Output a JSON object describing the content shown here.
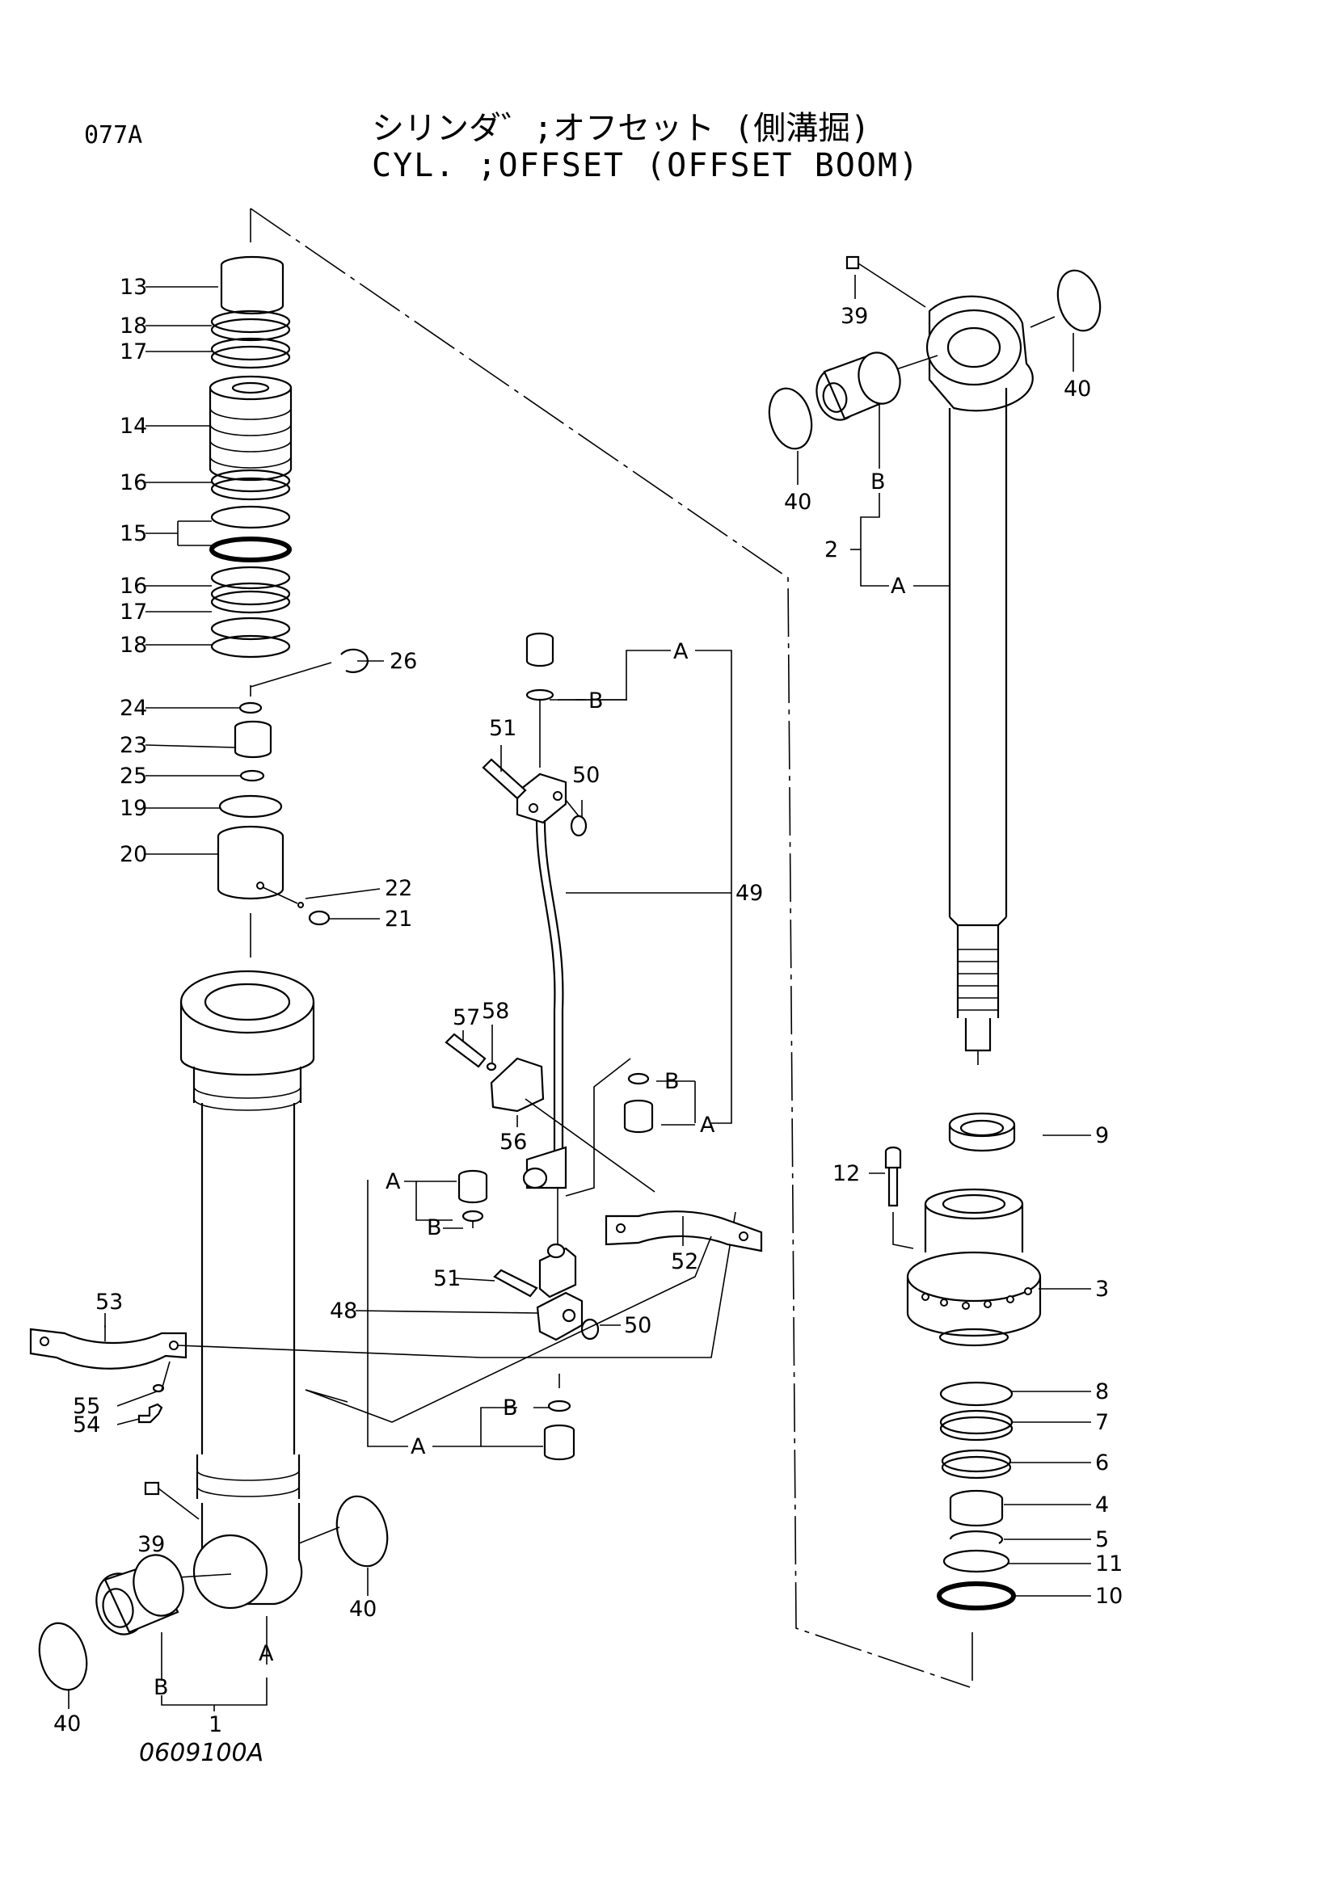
{
  "header": {
    "page_number": "077A",
    "title_jp": "シリンダ゛;オフセット (側溝掘)",
    "title_en": "CYL. ;OFFSET (OFFSET BOOM)"
  },
  "footer": {
    "drawing_number": "0609100A"
  },
  "callouts": {
    "n1": "1",
    "n2": "2",
    "n3": "3",
    "n4": "4",
    "n5": "5",
    "n6": "6",
    "n7": "7",
    "n8": "8",
    "n9": "9",
    "n10": "10",
    "n11": "11",
    "n12": "12",
    "n13": "13",
    "n14": "14",
    "n15": "15",
    "n16": "16",
    "n17": "17",
    "n18": "18",
    "n19": "19",
    "n20": "20",
    "n21": "21",
    "n22": "22",
    "n23": "23",
    "n24": "24",
    "n25": "25",
    "n26": "26",
    "n39": "39",
    "n40": "40",
    "n48": "48",
    "n49": "49",
    "n50": "50",
    "n51": "51",
    "n52": "52",
    "n53": "53",
    "n54": "54",
    "n55": "55",
    "n56": "56",
    "n57": "57",
    "n58": "58"
  },
  "group_labels": {
    "a": "A",
    "b": "B"
  }
}
